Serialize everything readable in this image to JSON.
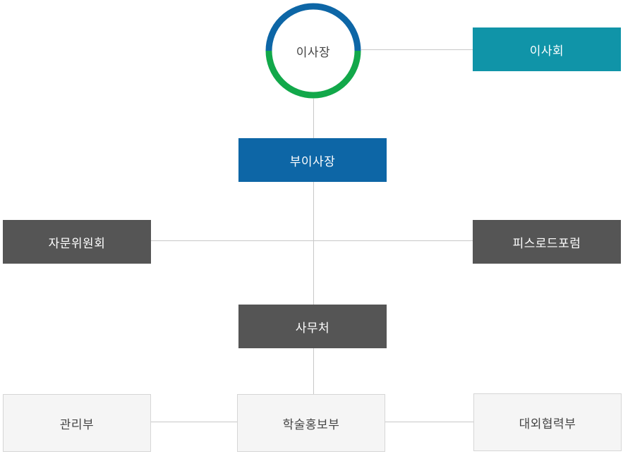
{
  "org": {
    "chairman": "이사장",
    "board": "이사회",
    "vice_chairman": "부이사장",
    "advisory_committee": "자문위원회",
    "piscorod_forum": "피스로드포럼",
    "secretariat": "사무처",
    "management_dept": "관리부",
    "academic_pr_dept": "학술홍보부",
    "external_cooperation_dept": "대외협력부"
  },
  "colors": {
    "ring_top": "#0d66a6",
    "ring_bottom": "#12a84a",
    "board": "#1094a8",
    "vice_chairman": "#0d66a6",
    "dark_box": "#555555",
    "light_box": "#f5f5f5",
    "connector": "#c8c8c8"
  }
}
